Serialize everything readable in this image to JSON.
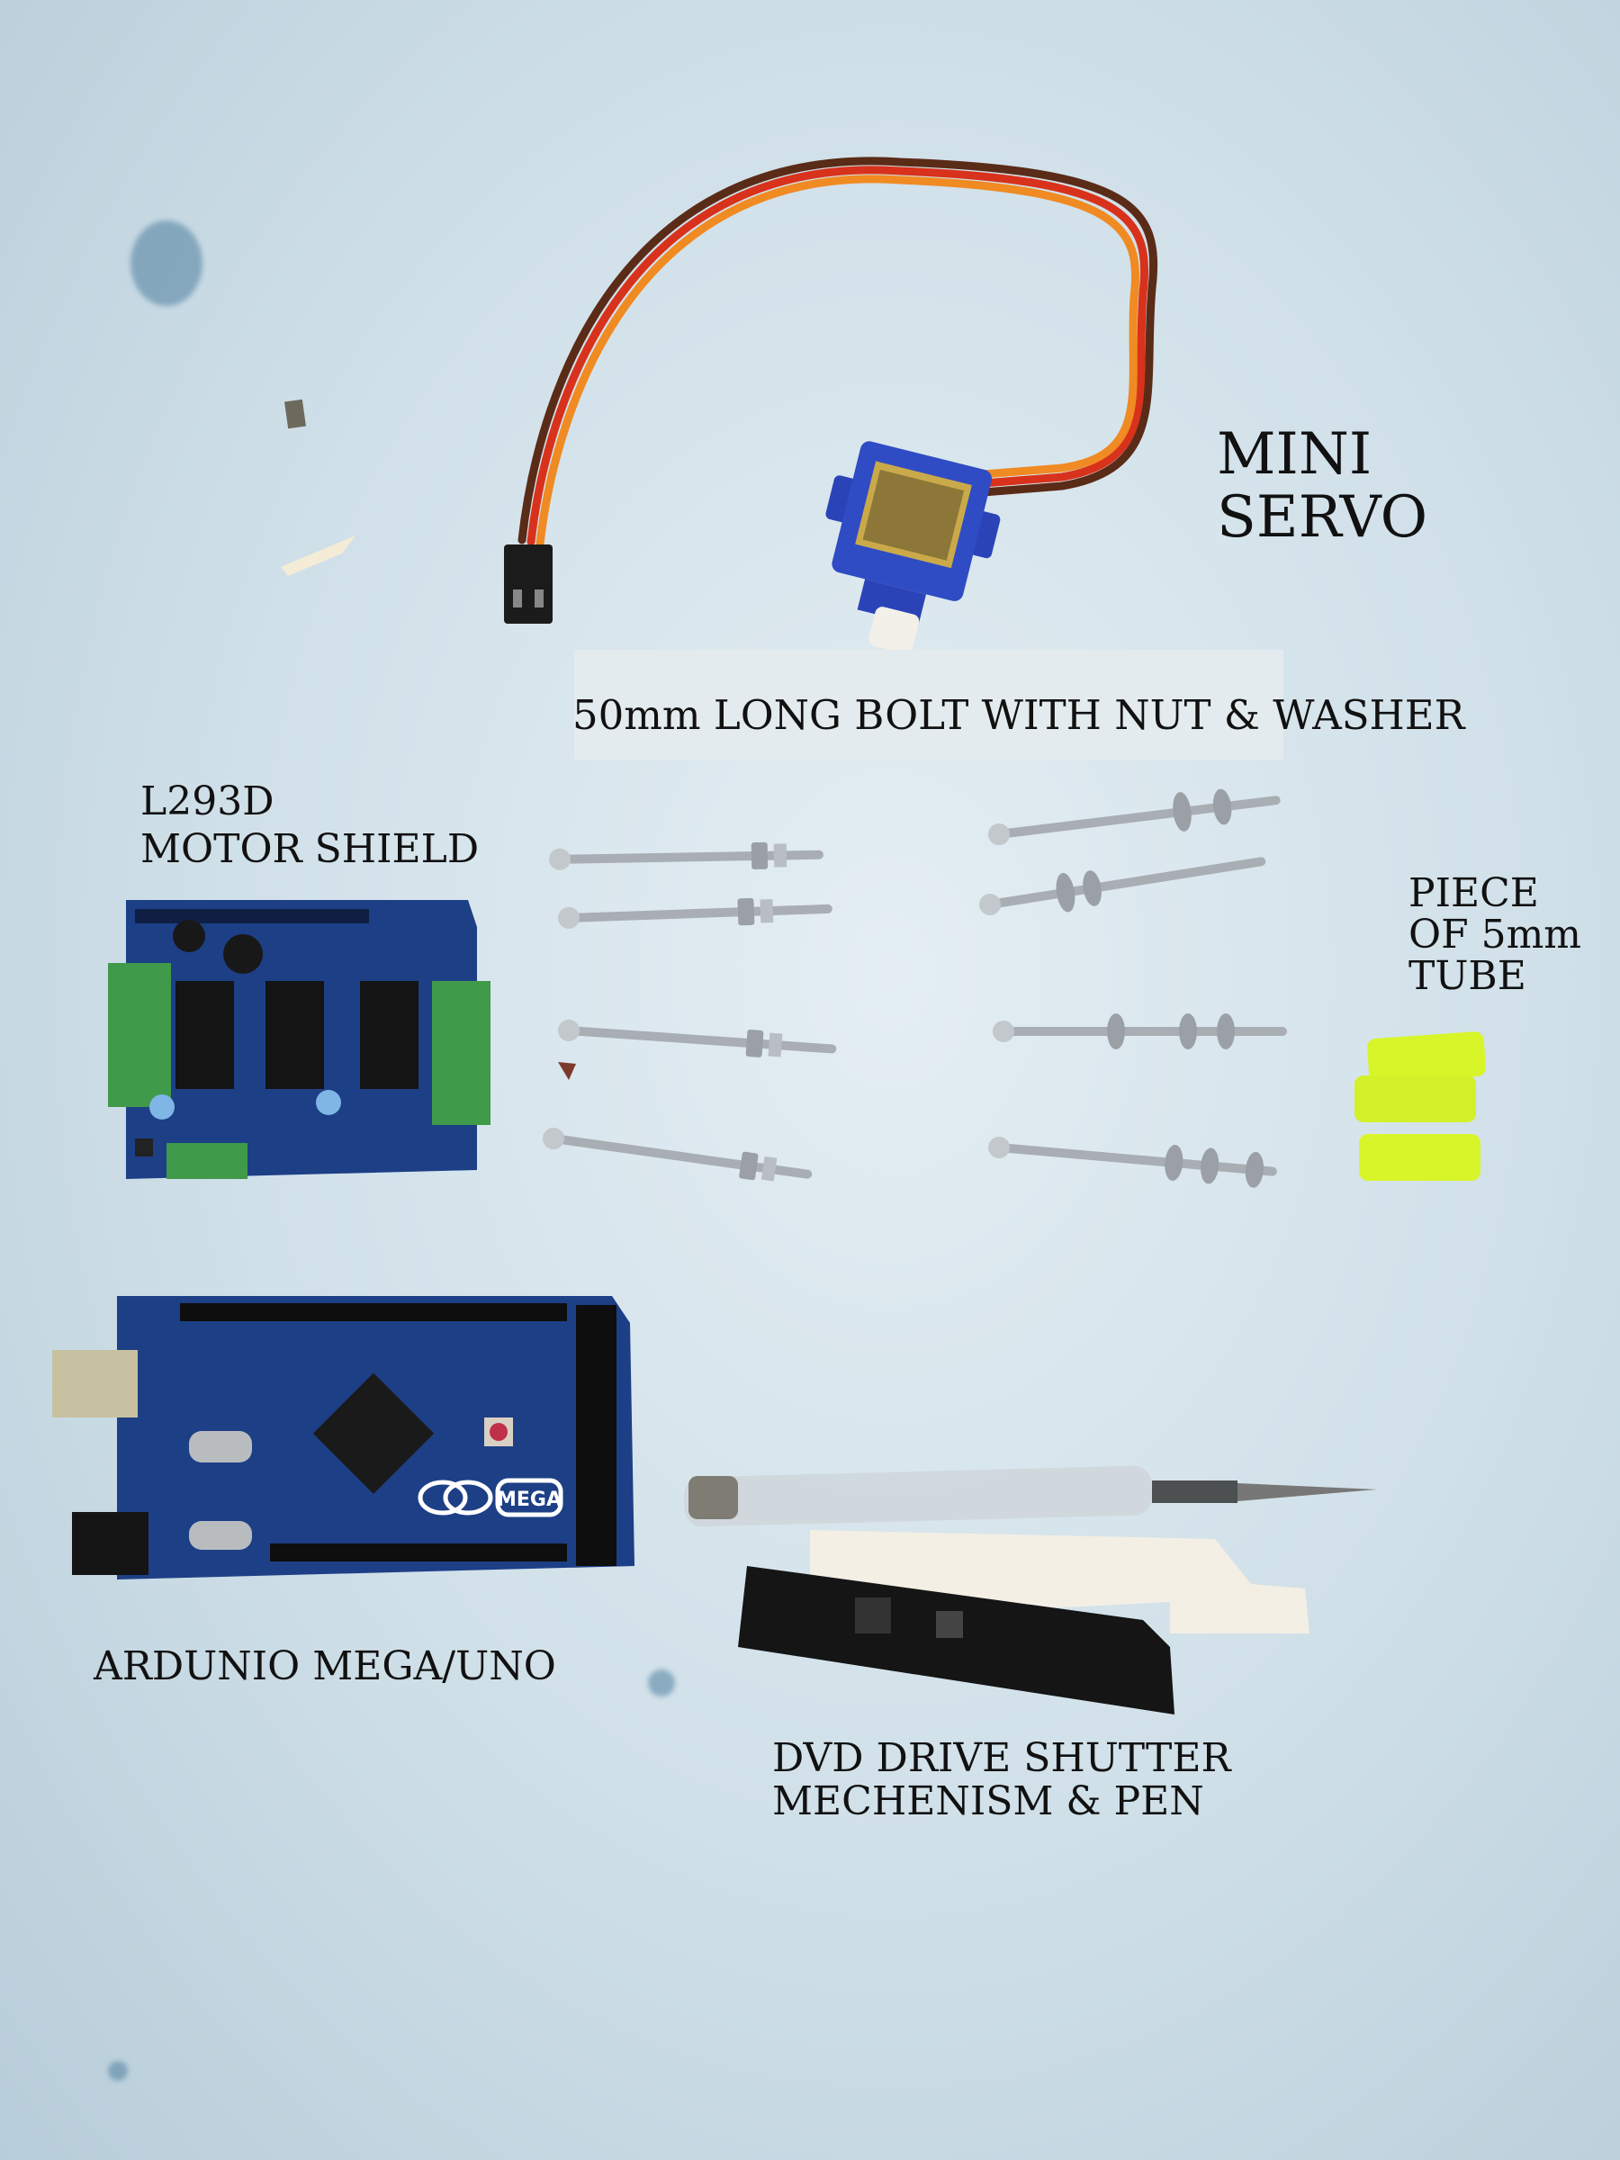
{
  "labels": {
    "mini_servo_line1": "MINI",
    "mini_servo_line2": "SERVO",
    "bolt": "50mm LONG BOLT WITH NUT & WASHER",
    "shield_line1": "L293D",
    "shield_line2": "MOTOR SHIELD",
    "tube_line1": "PIECE",
    "tube_line2": "OF 5mm",
    "tube_line3": "TUBE",
    "arduino": "ARDUNIO MEGA/UNO",
    "dvd_line1": "DVD DRIVE SHUTTER",
    "dvd_line2": "MECHENISM & PEN"
  },
  "board_text": {
    "mega_logo": "MEGA"
  },
  "colors": {
    "background": "#d5e4ec",
    "pcb_blue": "#1d3f86",
    "terminal_green": "#3f9a4a",
    "tube_yellow": "#d8f52a",
    "servo_blue": "#2a44b8",
    "wire_brown": "#5a2b17",
    "wire_red": "#d8321c",
    "wire_orange": "#f08a22"
  }
}
